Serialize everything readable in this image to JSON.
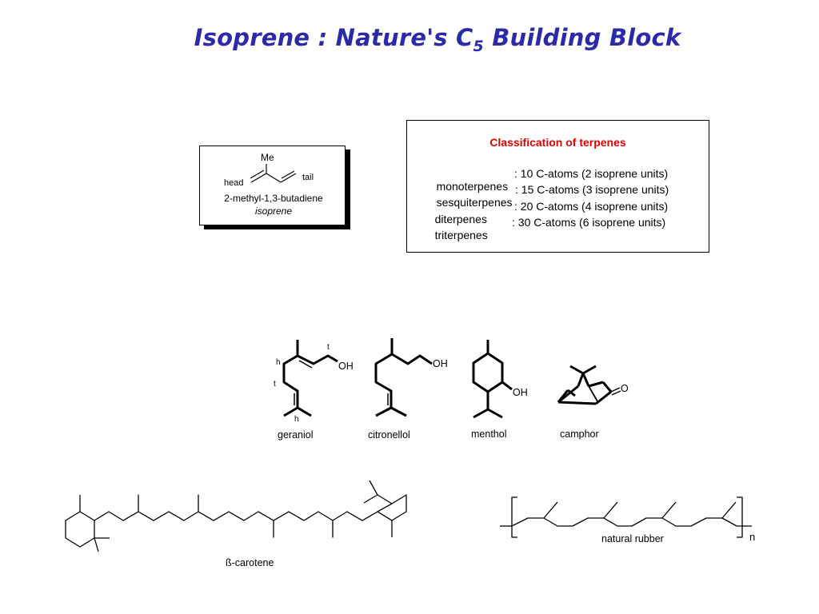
{
  "title": {
    "main": "Isoprene : Nature's C",
    "subscript": "5",
    "rest": " Building Block"
  },
  "isoprene_box": {
    "me": "Me",
    "head": "head",
    "tail": "tail",
    "name": "2-methyl-1,3-butadiene",
    "common": "isoprene"
  },
  "classification": {
    "title": "Classification of terpenes",
    "rows": [
      {
        "name": "monoterpenes",
        "desc": ": 10 C-atoms (2 isoprene units)"
      },
      {
        "name": "sesquiterpenes",
        "desc": ": 15 C-atoms (3 isoprene units)"
      },
      {
        "name": "diterpenes",
        "desc": ": 20 C-atoms (4 isoprene units)"
      },
      {
        "name": "triterpenes",
        "desc": ": 30 C-atoms (6 isoprene units)"
      }
    ]
  },
  "molecules": {
    "geraniol": {
      "name": "geraniol",
      "oh": "OH",
      "t1": "t",
      "h1": "h",
      "t2": "t",
      "h2": "h"
    },
    "citronellol": {
      "name": "citronellol",
      "oh": "OH"
    },
    "menthol": {
      "name": "menthol",
      "oh": "OH"
    },
    "camphor": {
      "name": "camphor",
      "o": "O"
    },
    "beta_carotene": {
      "name": "ß-carotene"
    },
    "natural_rubber": {
      "name": "natural rubber",
      "n": "n"
    }
  },
  "colors": {
    "title": "#2b2ba8",
    "classification_title": "#e00000",
    "ink": "#000000"
  }
}
